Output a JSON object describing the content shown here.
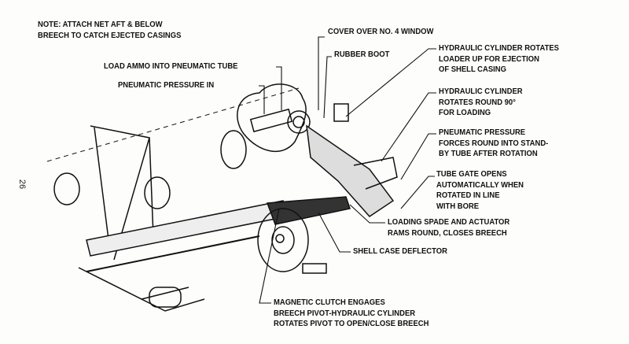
{
  "page_number": "26",
  "note": [
    "NOTE:  ATTACH NET AFT & BELOW",
    "BREECH TO CATCH EJECTED CASINGS"
  ],
  "callouts": {
    "cover_window": [
      "COVER OVER NO. 4 WINDOW"
    ],
    "rubber_boot": [
      "RUBBER BOOT"
    ],
    "load_ammo": [
      "LOAD AMMO INTO PNEUMATIC TUBE"
    ],
    "pneumatic_in": [
      "PNEUMATIC PRESSURE IN"
    ],
    "hyd_loader": [
      "HYDRAULIC CYLINDER ROTATES",
      "LOADER UP FOR EJECTION",
      "OF SHELL CASING"
    ],
    "hyd_round": [
      "HYDRAULIC CYLINDER",
      "ROTATES ROUND 90°",
      "FOR LOADING"
    ],
    "pneumatic_forces": [
      "PNEUMATIC PRESSURE",
      "FORCES ROUND INTO STAND-",
      "BY TUBE AFTER ROTATION"
    ],
    "tube_gate": [
      "TUBE GATE OPENS",
      "AUTOMATICALLY WHEN",
      "ROTATED IN LINE",
      "WITH BORE"
    ],
    "loading_spade": [
      "LOADING SPADE AND ACTUATOR",
      "RAMS ROUND, CLOSES BREECH"
    ],
    "deflector": [
      "SHELL CASE DEFLECTOR"
    ],
    "magnetic_clutch": [
      "MAGNETIC CLUTCH ENGAGES",
      "BREECH PIVOT-HYDRAULIC CYLINDER",
      "ROTATES PIVOT TO OPEN/CLOSE BREECH"
    ]
  }
}
